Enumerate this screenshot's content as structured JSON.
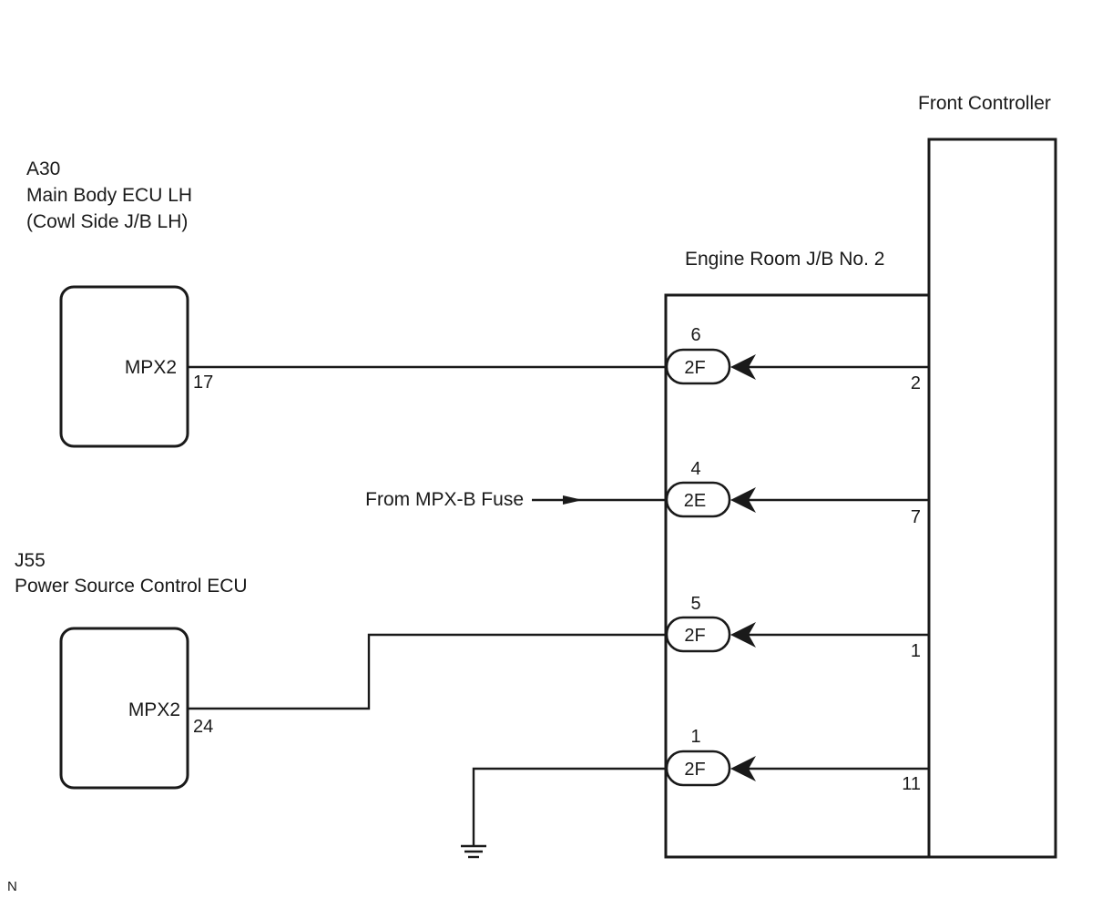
{
  "components": {
    "main_body_ecu": {
      "code": "A30",
      "name": "Main Body ECU LH",
      "location": "(Cowl Side J/B LH)",
      "terminal_name": "MPX2",
      "terminal_pin": "17"
    },
    "power_source_ecu": {
      "code": "J55",
      "name": "Power Source Control ECU",
      "terminal_name": "MPX2",
      "terminal_pin": "24"
    },
    "front_controller": {
      "name": "Front Controller"
    },
    "engine_room_jb": {
      "name": "Engine Room J/B No. 2"
    }
  },
  "connectors": [
    {
      "pin_top": "6",
      "label": "2F",
      "controller_pin": "2"
    },
    {
      "pin_top": "4",
      "label": "2E",
      "controller_pin": "7"
    },
    {
      "pin_top": "5",
      "label": "2F",
      "controller_pin": "1"
    },
    {
      "pin_top": "1",
      "label": "2F",
      "controller_pin": "11"
    }
  ],
  "fuse_label": "From MPX-B Fuse",
  "corner_mark": "N"
}
